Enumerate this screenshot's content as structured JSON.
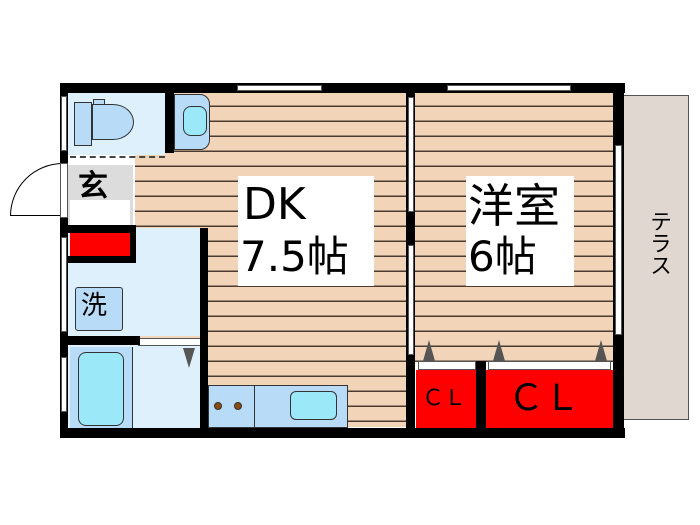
{
  "floorplan": {
    "rooms": {
      "dk": {
        "name": "DK",
        "size": "7.5帖"
      },
      "western": {
        "name": "洋室",
        "size": "6帖"
      },
      "entrance": {
        "name": "玄"
      },
      "washer": {
        "name": "洗"
      },
      "closet_small": {
        "name": "ＣＬ"
      },
      "closet_large": {
        "name": "ＣＬ"
      },
      "terrace": {
        "name": "テラス"
      }
    },
    "colors": {
      "wall": "#000000",
      "floor": "#f2d5b8",
      "wet_area": "#ddf0fc",
      "fixture": "#b8dcf8",
      "closet": "#ff0000",
      "terrace": "#e0d8d0",
      "entrance": "#dcdcdc"
    }
  }
}
